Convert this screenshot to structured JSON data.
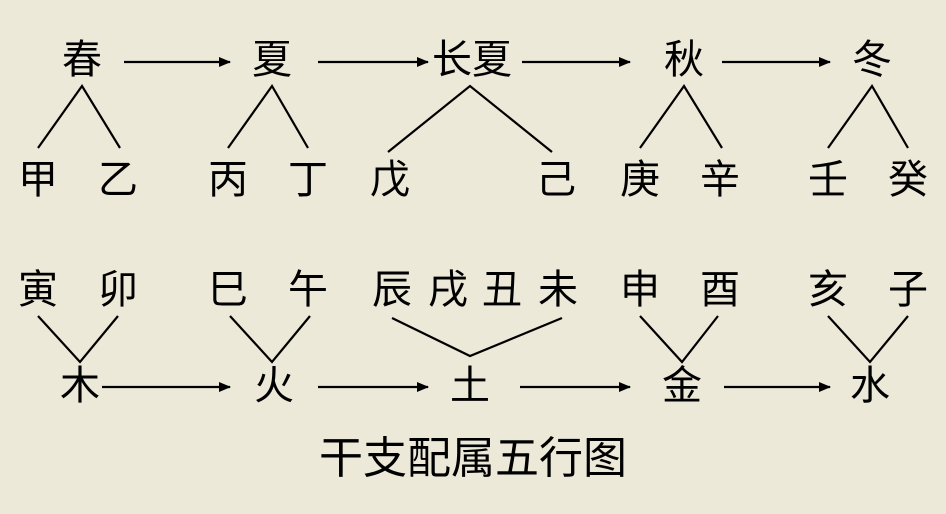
{
  "seasons": [
    "春",
    "夏",
    "长夏",
    "秋",
    "冬"
  ],
  "stems": [
    [
      "甲",
      "乙"
    ],
    [
      "丙",
      "丁"
    ],
    [
      "戊",
      "己"
    ],
    [
      "庚",
      "辛"
    ],
    [
      "壬",
      "癸"
    ]
  ],
  "branches": [
    [
      "寅",
      "卯"
    ],
    [
      "巳",
      "午"
    ],
    [
      "辰",
      "戌",
      "丑",
      "未"
    ],
    [
      "申",
      "酉"
    ],
    [
      "亥",
      "子"
    ]
  ],
  "elements": [
    "木",
    "火",
    "土",
    "金",
    "水"
  ],
  "caption": "干支配属五行图"
}
